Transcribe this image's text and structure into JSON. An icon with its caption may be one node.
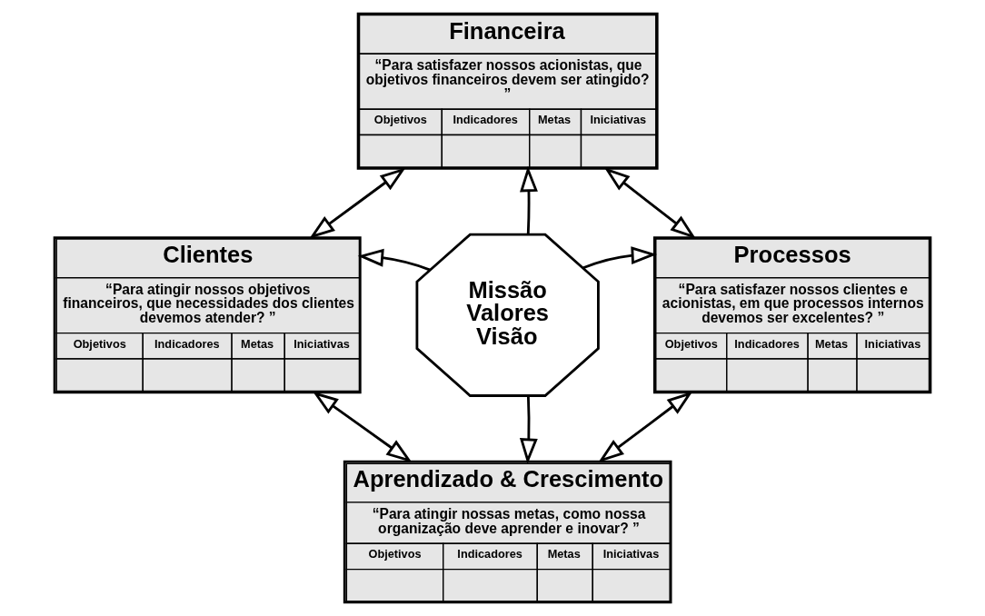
{
  "diagram": {
    "nodes": [
      {
        "text": [
          "Financeira",
          "“Para satisfazer nossos acionistas, que objetivos financeiros devem ser atingido? ”",
          "Objetivos",
          "Indicadores",
          "Metas",
          "Iniciativas"
        ]
      },
      {
        "text": [
          "Clientes",
          "“Para atingir nossos objetivos financeiros, que necessidades dos clientes devemos atender? ”",
          "Objetivos",
          "Indicadores",
          "Metas",
          "Iniciativas"
        ]
      },
      {
        "text": [
          "Missão Valores Visão"
        ]
      },
      {
        "text": [
          "Processos",
          "“Para satisfazer nossos clientes e acionistas, em que processos internos devemos ser excelentes? ”",
          "Objetivos",
          "Indicadores",
          "Metas",
          "Iniciativas"
        ]
      },
      {
        "text": [
          "Aprendizado & Crescimento",
          "“Para atingir nossas metas, como nossa organização deve aprender e inovar? ”",
          "Objetivos",
          "Indicadores",
          "Metas",
          "Iniciativas"
        ]
      }
    ],
    "edges": [
      {
        "from": 1,
        "to": 0,
        "arrow": "both"
      },
      {
        "from": 0,
        "to": 3,
        "arrow": "both"
      },
      {
        "from": 2,
        "to": 0,
        "arrow": "to"
      },
      {
        "from": 2,
        "to": 1,
        "arrow": "to"
      },
      {
        "from": 2,
        "to": 3,
        "arrow": "to"
      },
      {
        "from": 2,
        "to": 4,
        "arrow": "to"
      },
      {
        "from": 1,
        "to": 4,
        "arrow": "both"
      },
      {
        "from": 4,
        "to": 3,
        "arrow": "both"
      }
    ]
  }
}
